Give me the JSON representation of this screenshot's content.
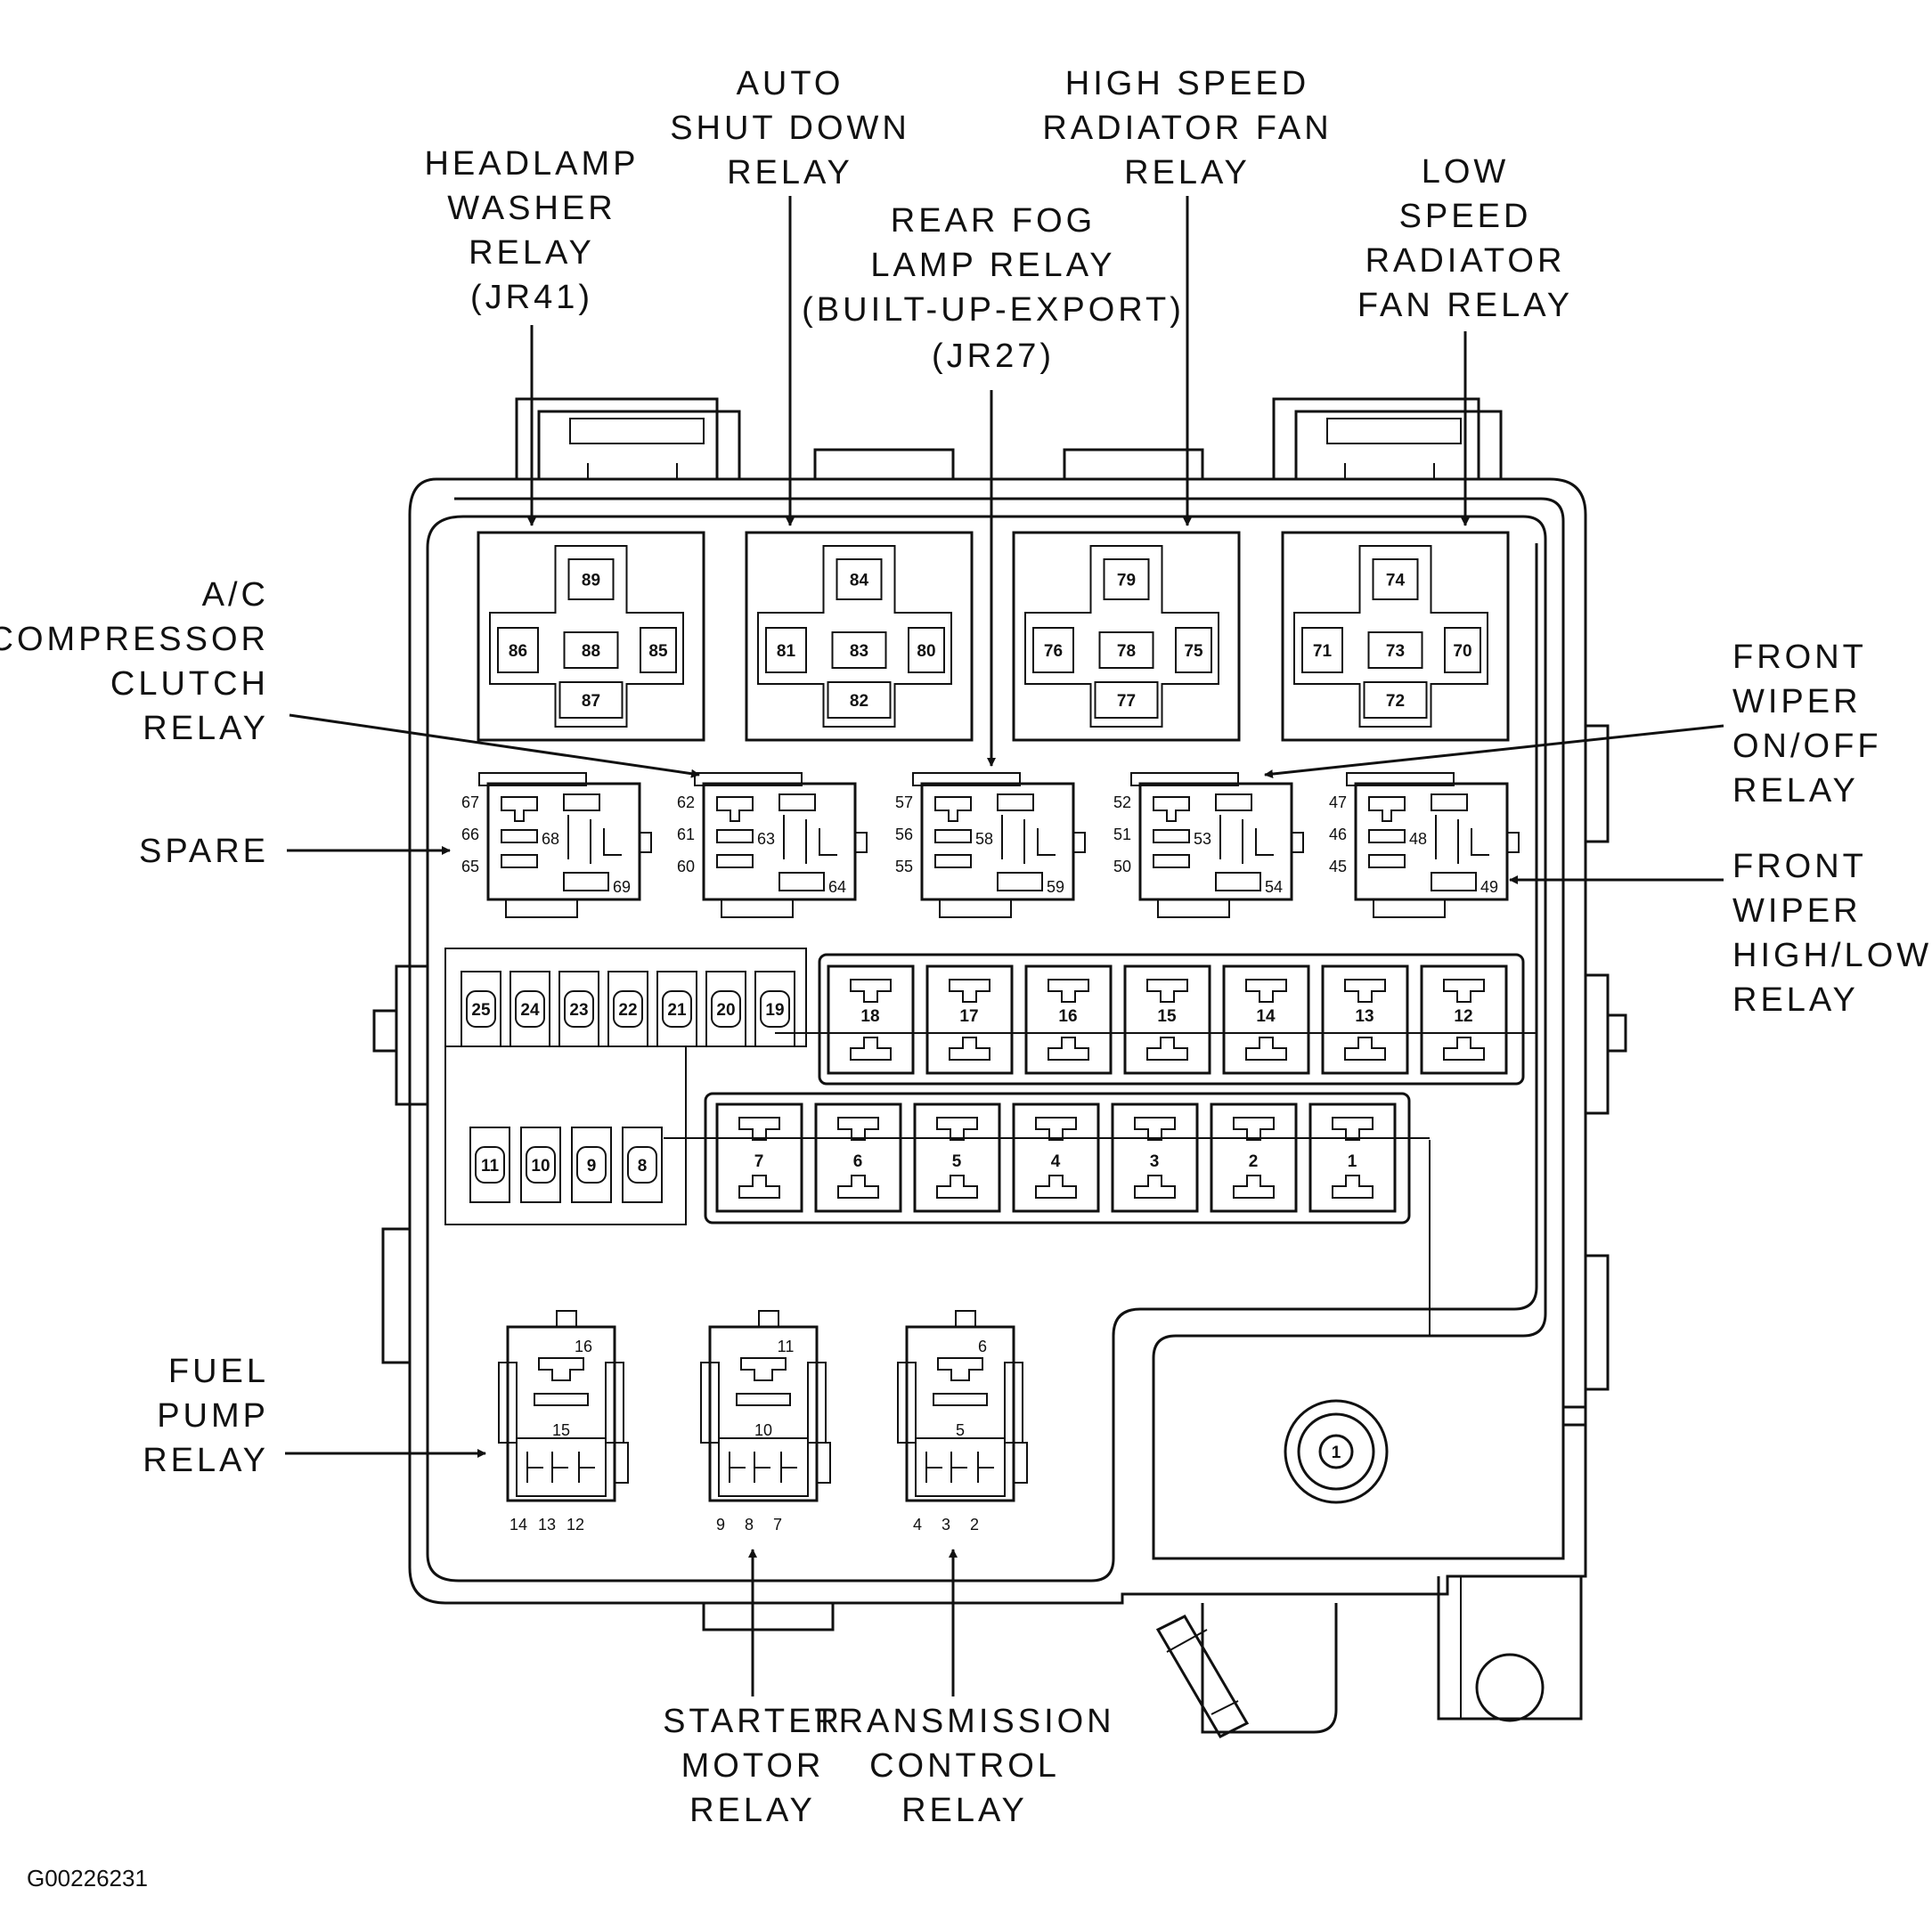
{
  "labels": {
    "headlamp_washer": [
      "HEADLAMP",
      "WASHER",
      "RELAY",
      "(JR41)"
    ],
    "auto_shut_down": [
      "AUTO",
      "SHUT DOWN",
      "RELAY"
    ],
    "rear_fog": [
      "REAR FOG",
      "LAMP RELAY",
      "(BUILT-UP-EXPORT)",
      "(JR27)"
    ],
    "high_speed_fan": [
      "HIGH SPEED",
      "RADIATOR FAN",
      "RELAY"
    ],
    "low_speed_fan": [
      "LOW",
      "SPEED",
      "RADIATOR",
      "FAN RELAY"
    ],
    "ac_compressor": [
      "A/C",
      "COMPRESSOR",
      "CLUTCH",
      "RELAY"
    ],
    "spare": [
      "SPARE"
    ],
    "front_wiper_onoff": [
      "FRONT",
      "WIPER",
      "ON/OFF",
      "RELAY"
    ],
    "front_wiper_highlow": [
      "FRONT",
      "WIPER",
      "HIGH/LOW",
      "RELAY"
    ],
    "fuel_pump": [
      "FUEL",
      "PUMP",
      "RELAY"
    ],
    "starter_motor": [
      "STARTER",
      "MOTOR",
      "RELAY"
    ],
    "transmission_control": [
      "TRANSMISSION",
      "CONTROL",
      "RELAY"
    ]
  },
  "large_relays": [
    {
      "top": "89",
      "left": "86",
      "center": "88",
      "right": "85",
      "bottom": "87"
    },
    {
      "top": "84",
      "left": "81",
      "center": "83",
      "right": "80",
      "bottom": "82"
    },
    {
      "top": "79",
      "left": "76",
      "center": "78",
      "right": "75",
      "bottom": "77"
    },
    {
      "top": "74",
      "left": "71",
      "center": "73",
      "right": "70",
      "bottom": "72"
    }
  ],
  "mini_relays": [
    {
      "side": [
        "67",
        "66",
        "65"
      ],
      "center": "68",
      "corner": "69"
    },
    {
      "side": [
        "62",
        "61",
        "60"
      ],
      "center": "63",
      "corner": "64"
    },
    {
      "side": [
        "57",
        "56",
        "55"
      ],
      "center": "58",
      "corner": "59"
    },
    {
      "side": [
        "52",
        "51",
        "50"
      ],
      "center": "53",
      "corner": "54"
    },
    {
      "side": [
        "47",
        "46",
        "45"
      ],
      "center": "48",
      "corner": "49"
    }
  ],
  "small_fuses_row1": [
    "25",
    "24",
    "23",
    "22",
    "21",
    "20",
    "19"
  ],
  "small_fuses_row2": [
    "11",
    "10",
    "9",
    "8"
  ],
  "cartridge_row1": [
    "18",
    "17",
    "16",
    "15",
    "14",
    "13",
    "12"
  ],
  "cartridge_row2": [
    "7",
    "6",
    "5",
    "4",
    "3",
    "2",
    "1"
  ],
  "bottom_relays": [
    {
      "top": "16",
      "mid": "15",
      "pins": [
        "14",
        "13",
        "12"
      ]
    },
    {
      "top": "11",
      "mid": "10",
      "pins": [
        "9",
        "8",
        "7"
      ]
    },
    {
      "top": "6",
      "mid": "5",
      "pins": [
        "4",
        "3",
        "2"
      ]
    }
  ],
  "stud": "1",
  "image_code": "G00226231"
}
